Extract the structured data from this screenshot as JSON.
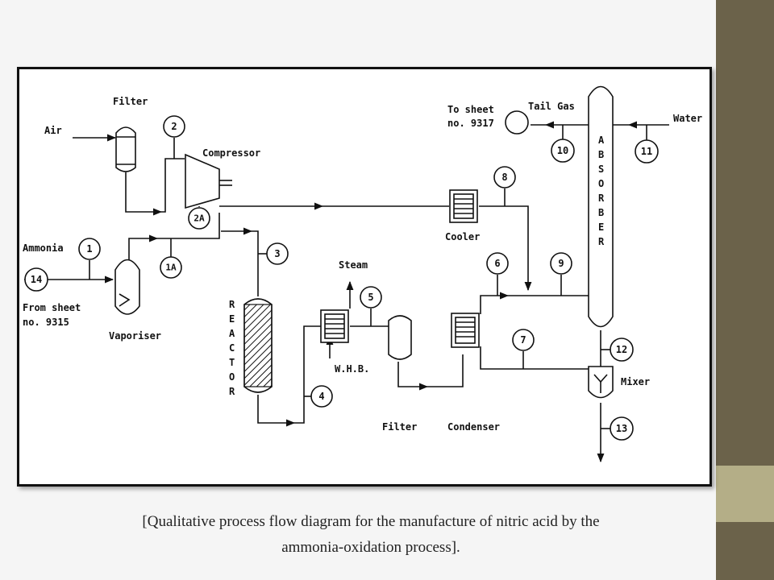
{
  "labels": {
    "filter_top": "Filter",
    "air": "Air",
    "compressor": "Compressor",
    "ammonia": "Ammonia",
    "from_sheet_1": "From sheet",
    "from_sheet_2": "no. 9315",
    "vaporiser": "Vaporiser",
    "reactor_letters": [
      "R",
      "E",
      "A",
      "C",
      "T",
      "O",
      "R"
    ],
    "steam": "Steam",
    "whb": "W.H.B.",
    "filter_bottom": "Filter",
    "condenser": "Condenser",
    "cooler": "Cooler",
    "to_sheet_1": "To sheet",
    "to_sheet_2": "no. 9317",
    "tail_gas": "Tail Gas",
    "water": "Water",
    "absorber_letters": [
      "A",
      "B",
      "S",
      "O",
      "R",
      "B",
      "E",
      "R"
    ],
    "mixer": "Mixer"
  },
  "stream_numbers": [
    "2",
    "2A",
    "1",
    "1A",
    "14",
    "3",
    "4",
    "5",
    "6",
    "7",
    "8",
    "9",
    "10",
    "11",
    "12",
    "13"
  ],
  "caption": {
    "line1": "[Qualitative process flow diagram for the manufacture of nitric acid by the",
    "line2": "ammonia-oxidation process]."
  },
  "colors": {
    "sidebar": "#6b624a",
    "sidebar_accent": "#b4ae87",
    "ink": "#111111"
  }
}
